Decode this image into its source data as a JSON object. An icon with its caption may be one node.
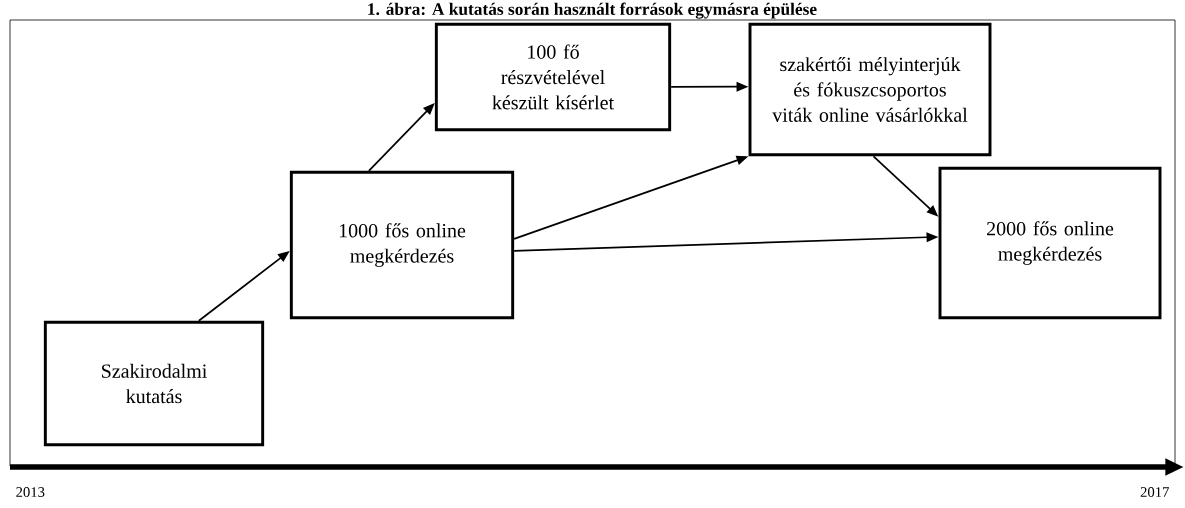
{
  "diagram": {
    "title": "1. ábra: A kutatás során használt források egymásra épülése",
    "nodes": [
      {
        "text": [
          "Szakirodalmi kutatás"
        ]
      },
      {
        "text": [
          "1000 fős online megkérdezés"
        ]
      },
      {
        "text": [
          "100 fő részvételével készült kísérlet"
        ]
      },
      {
        "text": [
          "szakértői mélyinterjúk és fókuszcsoportos viták online vásárlókkal"
        ]
      },
      {
        "text": [
          "2000 fős online megkérdezés"
        ]
      }
    ],
    "edges": [
      {
        "from": 0,
        "to": 1,
        "arrow": "to"
      },
      {
        "from": 1,
        "to": 2,
        "arrow": "to"
      },
      {
        "from": 2,
        "to": 3,
        "arrow": "to"
      },
      {
        "from": 1,
        "to": 3,
        "arrow": "to"
      },
      {
        "from": 1,
        "to": 4,
        "arrow": "to"
      },
      {
        "from": 3,
        "to": 4,
        "arrow": "to"
      }
    ],
    "labels": [
      "2013",
      "2017"
    ]
  }
}
